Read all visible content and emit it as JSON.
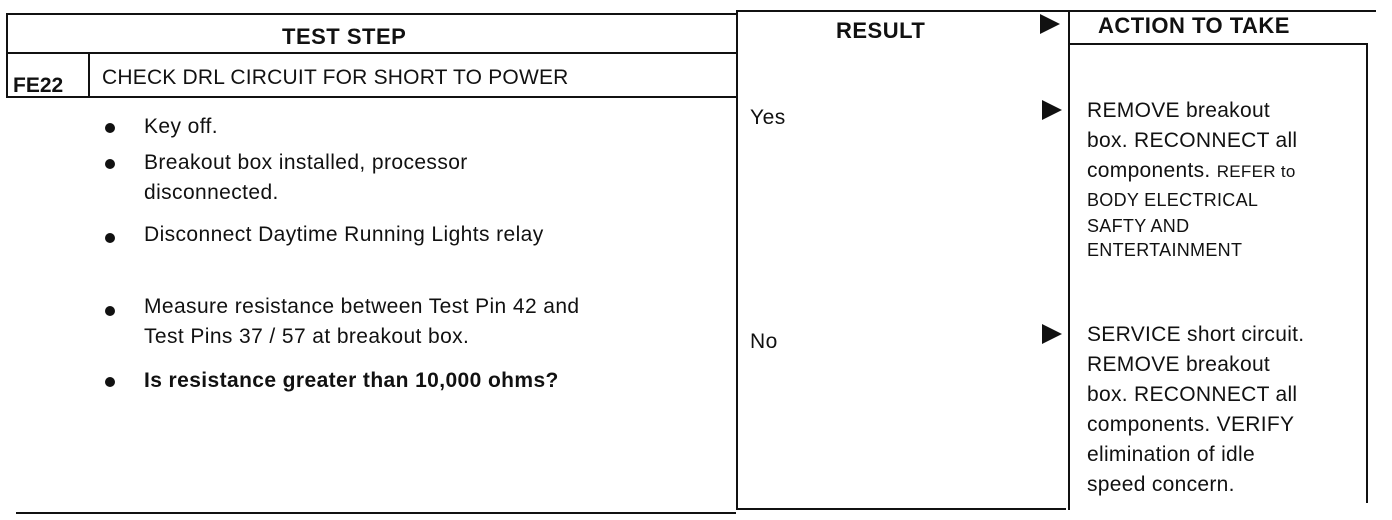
{
  "header": {
    "test_step": "TEST STEP",
    "result": "RESULT",
    "action": "ACTION TO TAKE"
  },
  "step": {
    "code": "FE22",
    "title": "CHECK DRL CIRCUIT FOR SHORT TO POWER"
  },
  "bullets": [
    {
      "text": "Key off."
    },
    {
      "line1": "Breakout box installed, processor",
      "line2": "disconnected."
    },
    {
      "text": "Disconnect Daytime Running Lights relay"
    },
    {
      "line1": "Measure resistance between Test Pin 42 and",
      "line2": "Test Pins 37 / 57 at breakout box."
    },
    {
      "text": "Is resistance greater than 10,000 ohms?"
    }
  ],
  "results": [
    {
      "label": "Yes",
      "action": {
        "line1": "REMOVE breakout",
        "line2": "box. RECONNECT all",
        "line3a": "components.",
        "line3b": "REFER to",
        "line4": "BODY ELECTRICAL",
        "line5": "SAFTY AND",
        "line6": "ENTERTAINMENT"
      }
    },
    {
      "label": "No",
      "action": {
        "line1": "SERVICE short circuit.",
        "line2": "REMOVE breakout",
        "line3": "box. RECONNECT all",
        "line4": "components. VERIFY",
        "line5": "elimination of idle",
        "line6": "speed concern."
      }
    }
  ]
}
